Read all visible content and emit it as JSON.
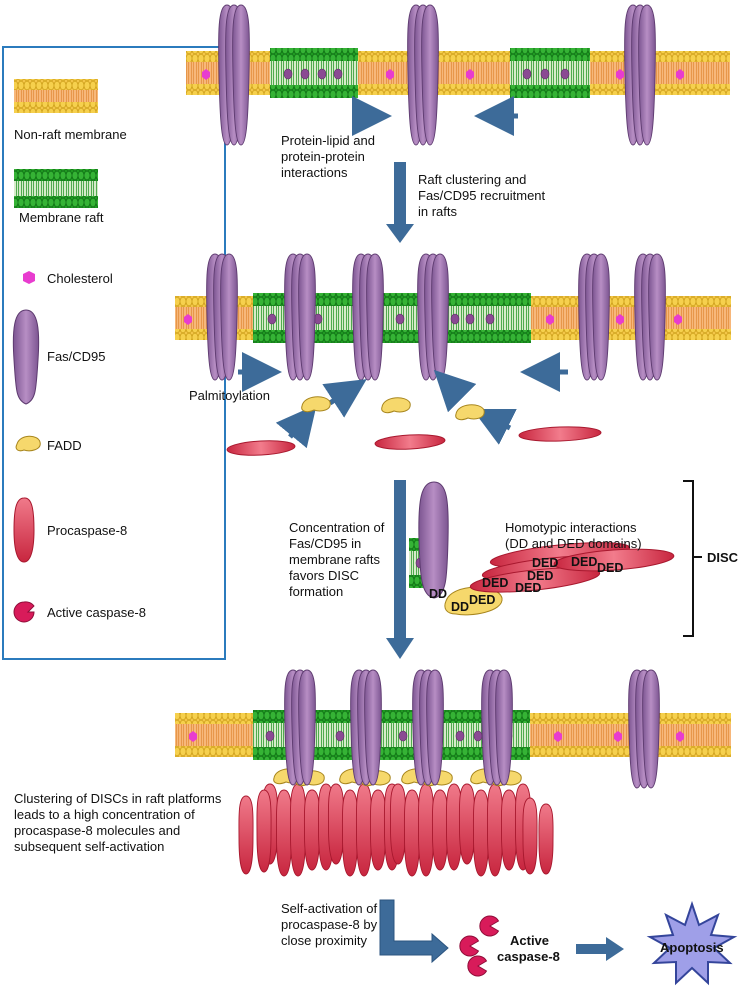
{
  "legend": {
    "non_raft": "Non-raft membrane",
    "raft": "Membrane raft",
    "cholesterol": "Cholesterol",
    "fas": "Fas/CD95",
    "fadd": "FADD",
    "procaspase": "Procaspase-8",
    "active_caspase": "Active caspase-8"
  },
  "stage1": {
    "interactions_line1": "Protein-lipid and",
    "interactions_line2": "protein-protein",
    "interactions_line3": "interactions",
    "clustering_line1": "Raft clustering and",
    "clustering_line2": "Fas/CD95 recruitment",
    "clustering_line3": "in rafts"
  },
  "stage2": {
    "palmitoylation": "Palmitoylation"
  },
  "stage3": {
    "concentration_line1": "Concentration of",
    "concentration_line2": "Fas/CD95 in",
    "concentration_line3": "membrane rafts",
    "concentration_line4": "favors DISC",
    "concentration_line5": "formation",
    "homotypic_line1": "Homotypic interactions",
    "homotypic_line2": "(DD and DED domains)",
    "disc": "DISC",
    "dd": "DD",
    "ded": "DED"
  },
  "stage4": {
    "clustering_line1": "Clustering of DISCs in raft platforms",
    "clustering_line2": "leads to a high concentration of",
    "clustering_line3": "procaspase-8 molecules and",
    "clustering_line4": "subsequent self-activation"
  },
  "stage5": {
    "self_line1": "Self-activation of",
    "self_line2": "procaspase-8 by",
    "self_line3": "close proximity",
    "active_line1": "Active",
    "active_line2": "caspase-8",
    "apoptosis": "Apoptosis"
  },
  "colors": {
    "non_raft_head": "#f3c33a",
    "non_raft_tail": "#f2a65a",
    "raft_head": "#2fa82f",
    "fas": "#a57bb0",
    "fadd": "#f6d86c",
    "procaspase": "#e0485e",
    "active": "#d81b5a",
    "cholesterol": "#e83ccf",
    "arrow": "#3d6b99",
    "apoptosis": "#9f9fe8"
  }
}
